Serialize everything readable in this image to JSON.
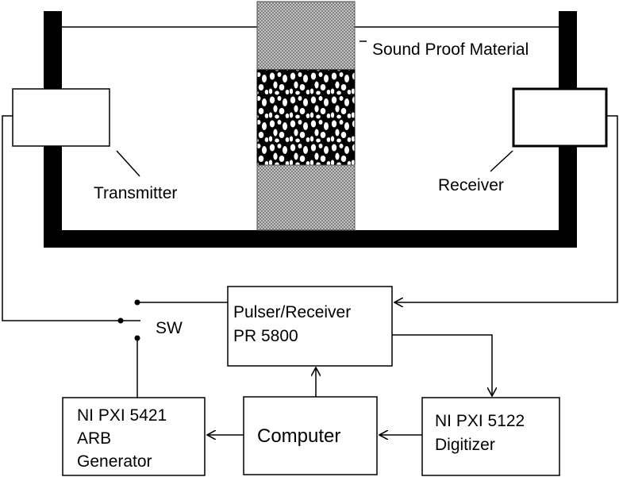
{
  "labels": {
    "sound_proof": "Sound Proof Material",
    "transmitter": "Transmitter",
    "receiver": "Receiver",
    "switch": "SW"
  },
  "boxes": {
    "pulser": {
      "line1": "Pulser/Receiver",
      "line2": "PR 5800"
    },
    "computer": {
      "line1": "Computer"
    },
    "arb": {
      "line1": "NI PXI 5421",
      "line2": "ARB",
      "line3": "Generator"
    },
    "digitizer": {
      "line1": "NI PXI 5122",
      "line2": "Digitizer"
    }
  },
  "colors": {
    "ink": "#000000",
    "background": "#ffffff",
    "hatch": "#9a9a9a"
  }
}
